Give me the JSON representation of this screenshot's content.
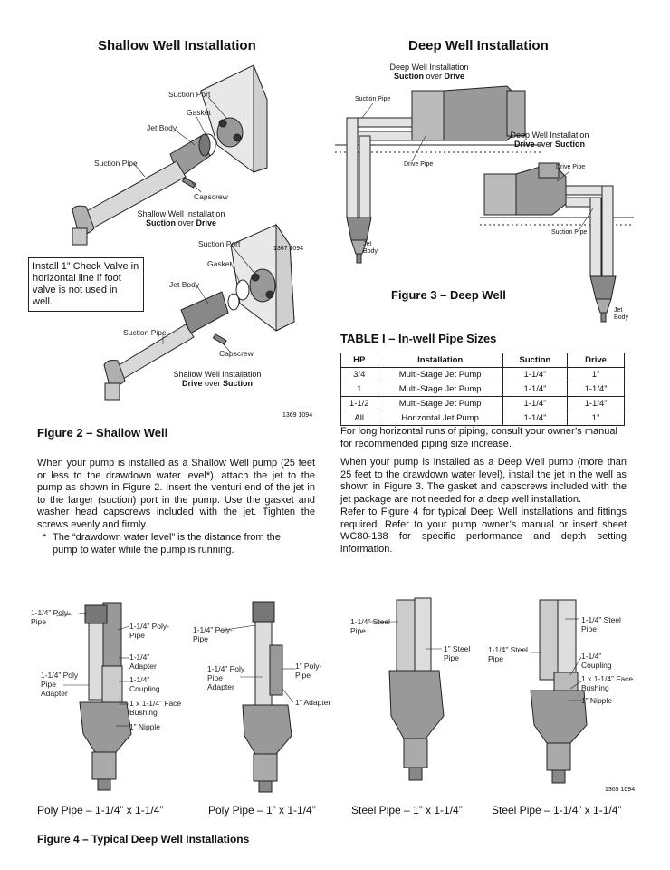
{
  "headings": {
    "shallow": "Shallow Well Installation",
    "deep": "Deep Well Installation"
  },
  "shallow_top": {
    "suction_port": "Suction Port",
    "gasket": "Gasket",
    "jet_body": "Jet Body",
    "suction_pipe": "Suction Pipe",
    "capscrew": "Capscrew",
    "caption_line1": "Shallow Well Installation",
    "caption_bold1": "Suction",
    "caption_mid": " over ",
    "caption_bold2": "Drive"
  },
  "shallow_bottom": {
    "suction_port": "Suction Port",
    "ref": "1367 1094",
    "gasket": "Gasket",
    "jet_body": "Jet Body",
    "suction_pipe": "Suction Pipe",
    "capscrew": "Capscrew",
    "caption_line1": "Shallow Well Installation",
    "caption_bold1": "Drive",
    "caption_mid": " over ",
    "caption_bold2": "Suction",
    "ref2": "1369 1094"
  },
  "callout": "Install 1” Check Valve in horizontal line if foot valve is not used in well.",
  "deep_left": {
    "title_line1": "Deep Well Installation",
    "title_bold1": "Suction",
    "title_mid": " over ",
    "title_bold2": "Drive",
    "suction_pipe": "Suction Pipe",
    "drive_pipe": "Drive Pipe",
    "jet_body": "Jet Body"
  },
  "deep_right": {
    "title_line1": "Deep Well Installation",
    "title_bold1": "Drive",
    "title_mid": " over ",
    "title_bold2": "Suction",
    "drive_pipe": "Drive Pipe",
    "suction_pipe": "Suction Pipe",
    "jet_body": "Jet Body"
  },
  "figure2": "Figure 2 – Shallow Well",
  "figure3": "Figure 3 – Deep Well",
  "table": {
    "title": "TABLE I – In-well Pipe Sizes",
    "headers": [
      "HP",
      "Installation",
      "Suction",
      "Drive"
    ],
    "rows": [
      [
        "3/4",
        "Multi-Stage Jet Pump",
        "1-1/4”",
        "1”"
      ],
      [
        "1",
        "Multi-Stage Jet Pump",
        "1-1/4”",
        "1-1/4”"
      ],
      [
        "1-1/2",
        "Multi-Stage Jet Pump",
        "1-1/4”",
        "1-1/4”"
      ],
      [
        "All",
        "Horizontal Jet Pump",
        "1-1/4”",
        "1”"
      ]
    ]
  },
  "text": {
    "left_para": "When your pump is installed as a Shallow Well pump (25 feet or less to the drawdown water level*), attach the jet to the pump as shown in Figure 2. Insert the venturi end of the jet in to the larger (suction) port in the pump. Use the gasket and washer head capscrews included with the jet. Tighten the screws evenly and firmly.",
    "footnote_star": "*",
    "footnote": "The “drawdown water level” is the distance from the pump to water while the pump is running.",
    "right_para1": "For long horizontal runs of piping, consult your owner’s manual for recommended piping size increase.",
    "right_para2": "When your pump is installed as a Deep Well pump (more than 25 feet to the drawdown water level), install the jet in the well as shown in Figure 3. The gasket and capscrews included with the jet package are not needed for a deep well installation.",
    "right_para3": "Refer to Figure 4 for typical Deep Well installations and fittings required. Refer to your pump owner’s manual or insert sheet WC80-188 for specific performance and depth setting information."
  },
  "fig4": {
    "d1": {
      "poly_pipe_left": "1-1/4” Poly-Pipe",
      "poly_pipe_right": "1-1/4” Poly-Pipe",
      "adapter": "1-1/4” Adapter",
      "poly_adapter": "1-1/4” Poly Pipe Adapter",
      "coupling": "1-1/4” Coupling",
      "face_bushing": "1 x 1-1/4” Face Bushing",
      "nipple": "1” Nipple",
      "caption": "Poly Pipe – 1-1/4” x 1-1/4”"
    },
    "d2": {
      "poly_pipe": "1-1/4” Poly-Pipe",
      "one_poly": "1” Poly-Pipe",
      "poly_adapter": "1-1/4” Poly Pipe Adapter",
      "adapter": "1” Adapter",
      "caption": "Poly Pipe – 1” x 1-1/4”"
    },
    "d3": {
      "steel_pipe": "1-1/4” Steel Pipe",
      "one_steel": "1” Steel Pipe",
      "caption": "Steel Pipe – 1” x 1-1/4”"
    },
    "d4": {
      "steel_left": "1-1/4” Steel Pipe",
      "steel_right": "1-1/4” Steel Pipe",
      "coupling": "1-1/4” Coupling",
      "face_bushing": "1 x 1-1/4” Face Bushing",
      "nipple": "1” Nipple",
      "ref": "1365 1094",
      "caption": "Steel Pipe – 1-1/4” x 1-1/4”"
    },
    "figure_caption": "Figure 4 – Typical Deep Well Installations"
  }
}
